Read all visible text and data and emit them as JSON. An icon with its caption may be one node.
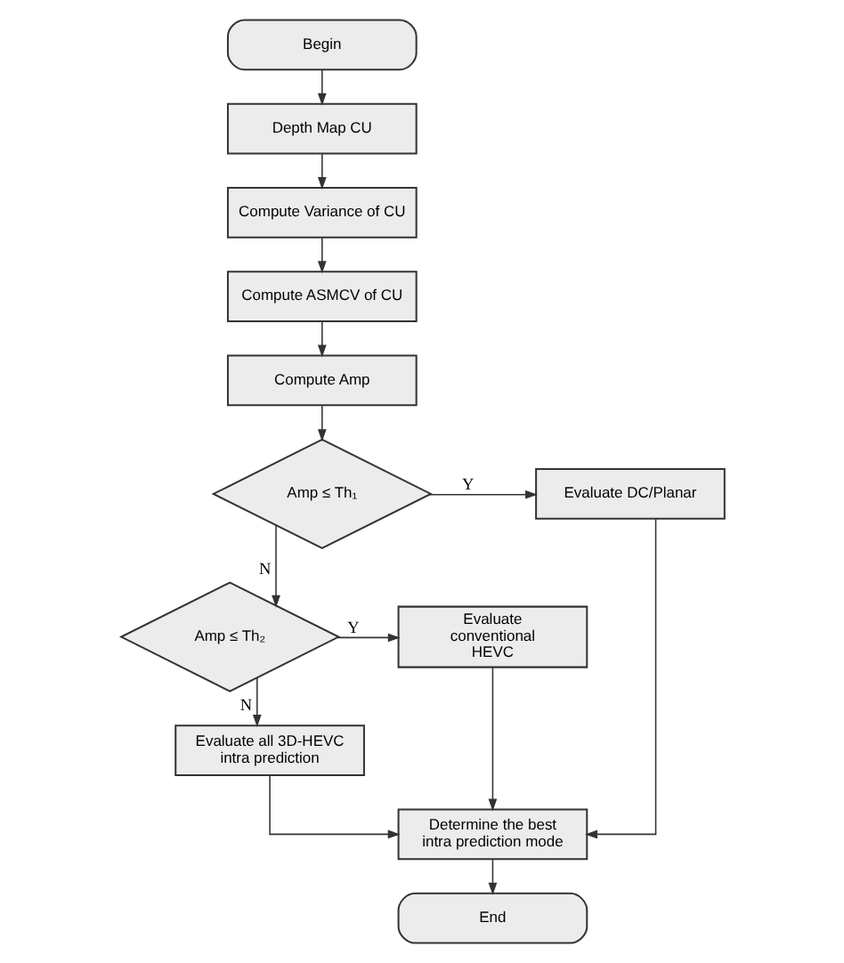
{
  "diagram": {
    "nodes": [
      {
        "text": [
          "Begin"
        ]
      },
      {
        "text": [
          "Depth Map CU"
        ]
      },
      {
        "text": [
          "Compute Variance of CU"
        ]
      },
      {
        "text": [
          "Compute ASMCV of CU"
        ]
      },
      {
        "text": [
          "Compute Amp"
        ]
      },
      {
        "text": [
          "Amp ≤ Th₁"
        ]
      },
      {
        "text": [
          "Evaluate DC/Planar"
        ]
      },
      {
        "text": [
          "Amp ≤ Th₂"
        ]
      },
      {
        "text": [
          "Evaluate conventional HEVC"
        ]
      },
      {
        "text": [
          "Evaluate all 3D-HEVC intra prediction"
        ]
      },
      {
        "text": [
          "Determine the best intra prediction mode"
        ]
      },
      {
        "text": [
          "End"
        ]
      }
    ],
    "edges": [
      {
        "from": 0,
        "to": 1,
        "arrow": "to"
      },
      {
        "from": 1,
        "to": 2,
        "arrow": "to"
      },
      {
        "from": 2,
        "to": 3,
        "arrow": "to"
      },
      {
        "from": 3,
        "to": 4,
        "arrow": "to"
      },
      {
        "from": 4,
        "to": 5,
        "arrow": "to"
      },
      {
        "from": 5,
        "to": 6,
        "arrow": "to",
        "label": "Y"
      },
      {
        "from": 5,
        "to": 7,
        "arrow": "to",
        "label": "N"
      },
      {
        "from": 7,
        "to": 8,
        "arrow": "to",
        "label": "Y"
      },
      {
        "from": 7,
        "to": 9,
        "arrow": "to",
        "label": "N"
      },
      {
        "from": 9,
        "to": 10,
        "arrow": "to"
      },
      {
        "from": 8,
        "to": 10,
        "arrow": "to"
      },
      {
        "from": 6,
        "to": 10,
        "arrow": "to"
      },
      {
        "from": 10,
        "to": 11,
        "arrow": "to"
      }
    ]
  }
}
